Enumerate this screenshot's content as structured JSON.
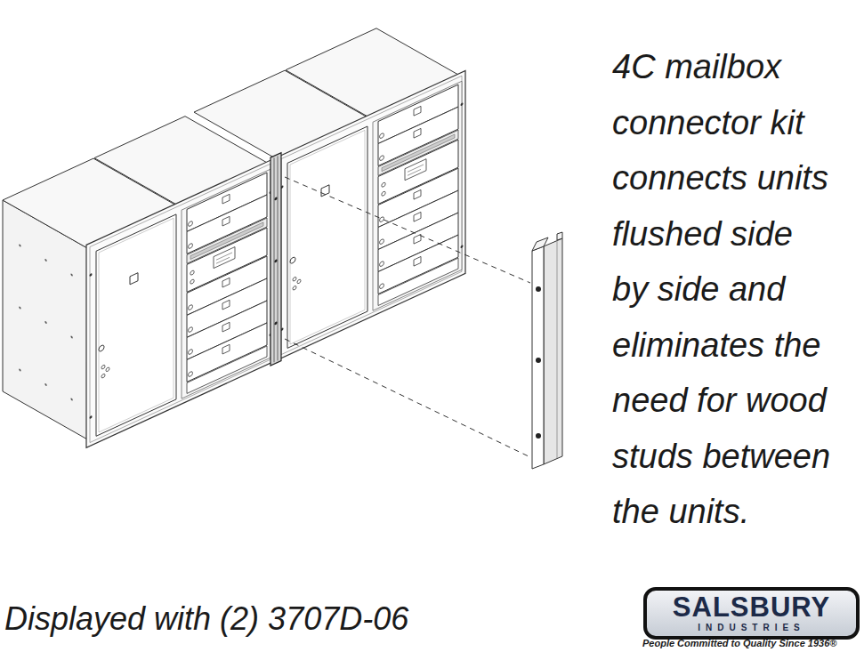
{
  "diagram": {
    "nodes": [
      {
        "text": [
          "SALSBURY",
          "INDUSTRIES"
        ]
      }
    ],
    "labels": [
      "4C mailbox connector kit connects units flushed side by side and eliminates the need for wood studs between the units.",
      "Displayed with (2) 3707D-06",
      "People Committed to Quality Since 1936®"
    ]
  }
}
